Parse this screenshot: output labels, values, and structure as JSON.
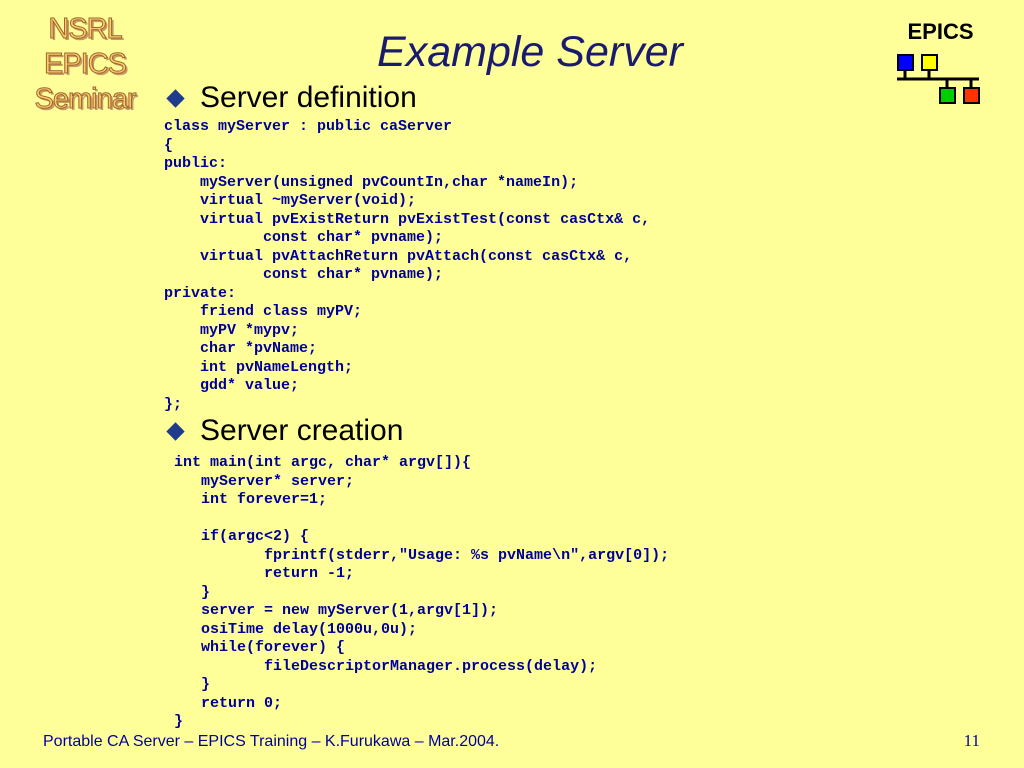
{
  "seminar_logo": {
    "line1": "NSRL",
    "line2": "EPICS",
    "line3": "Seminar"
  },
  "slide": {
    "title": "Example Server",
    "bullets": [
      "Server definition",
      "Server creation"
    ],
    "code_definition": "class myServer : public caServer\n{\npublic:\n    myServer(unsigned pvCountIn,char *nameIn);\n    virtual ~myServer(void);\n    virtual pvExistReturn pvExistTest(const casCtx& c,\n           const char* pvname);\n    virtual pvAttachReturn pvAttach(const casCtx& c,\n           const char* pvname);\nprivate:\n    friend class myPV;\n    myPV *mypv;\n    char *pvName;\n    int pvNameLength;\n    gdd* value;\n};",
    "code_creation": "int main(int argc, char* argv[]){\n   myServer* server;\n   int forever=1;\n\n   if(argc<2) {\n          fprintf(stderr,\"Usage: %s pvName\\n\",argv[0]);\n          return -1;\n   }\n   server = new myServer(1,argv[1]);\n   osiTime delay(1000u,0u);\n   while(forever) {\n          fileDescriptorManager.process(delay);\n   }\n   return 0;\n}"
  },
  "epics_logo": {
    "text": "EPICS",
    "colors": {
      "blue": "#0000ff",
      "yellow": "#ffff00",
      "green": "#00cc00",
      "red": "#ff3300"
    }
  },
  "footer": {
    "text": "Portable CA Server – EPICS Training – K.Furukawa – Mar.2004.",
    "page": "11"
  },
  "colors": {
    "background": "#ffff99",
    "title": "#1a1a6e",
    "code": "#000099",
    "bullet_marker": "#1f3b8c"
  }
}
